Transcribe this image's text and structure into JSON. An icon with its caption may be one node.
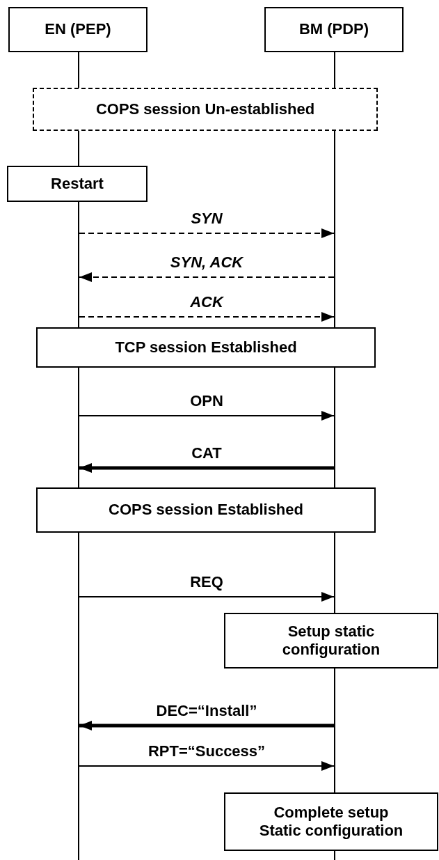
{
  "diagram": {
    "nodes": [
      {
        "text": [
          "EN (PEP)"
        ]
      },
      {
        "text": [
          "BM (PDP)"
        ]
      },
      {
        "text": [],
        "shape": "bar"
      },
      {
        "text": [],
        "shape": "bar"
      },
      {
        "text": [
          "COPS session Un-established"
        ]
      },
      {
        "text": [
          "Restart"
        ]
      },
      {
        "text": [
          "TCP session Established"
        ]
      },
      {
        "text": [
          "COPS session Established"
        ]
      },
      {
        "text": [
          "Setup static configuration"
        ]
      },
      {
        "text": [
          "Complete setup Static configuration"
        ]
      }
    ],
    "edges": [
      {
        "from": 2,
        "to": 3,
        "arrow": "to",
        "label": "SYN",
        "style": "dashed"
      },
      {
        "from": 3,
        "to": 2,
        "arrow": "to",
        "label": "SYN, ACK",
        "style": "dashed"
      },
      {
        "from": 2,
        "to": 3,
        "arrow": "to",
        "label": "ACK",
        "style": "dashed"
      },
      {
        "from": 2,
        "to": 3,
        "arrow": "to",
        "label": "OPN"
      },
      {
        "from": 3,
        "to": 2,
        "arrow": "to",
        "label": "CAT",
        "style": "thick"
      },
      {
        "from": 2,
        "to": 3,
        "arrow": "to",
        "label": "REQ"
      },
      {
        "from": 3,
        "to": 2,
        "arrow": "to",
        "label": "DEC=“Install”",
        "style": "thick"
      },
      {
        "from": 2,
        "to": 3,
        "arrow": "to",
        "label": "RPT=“Success”"
      }
    ]
  }
}
